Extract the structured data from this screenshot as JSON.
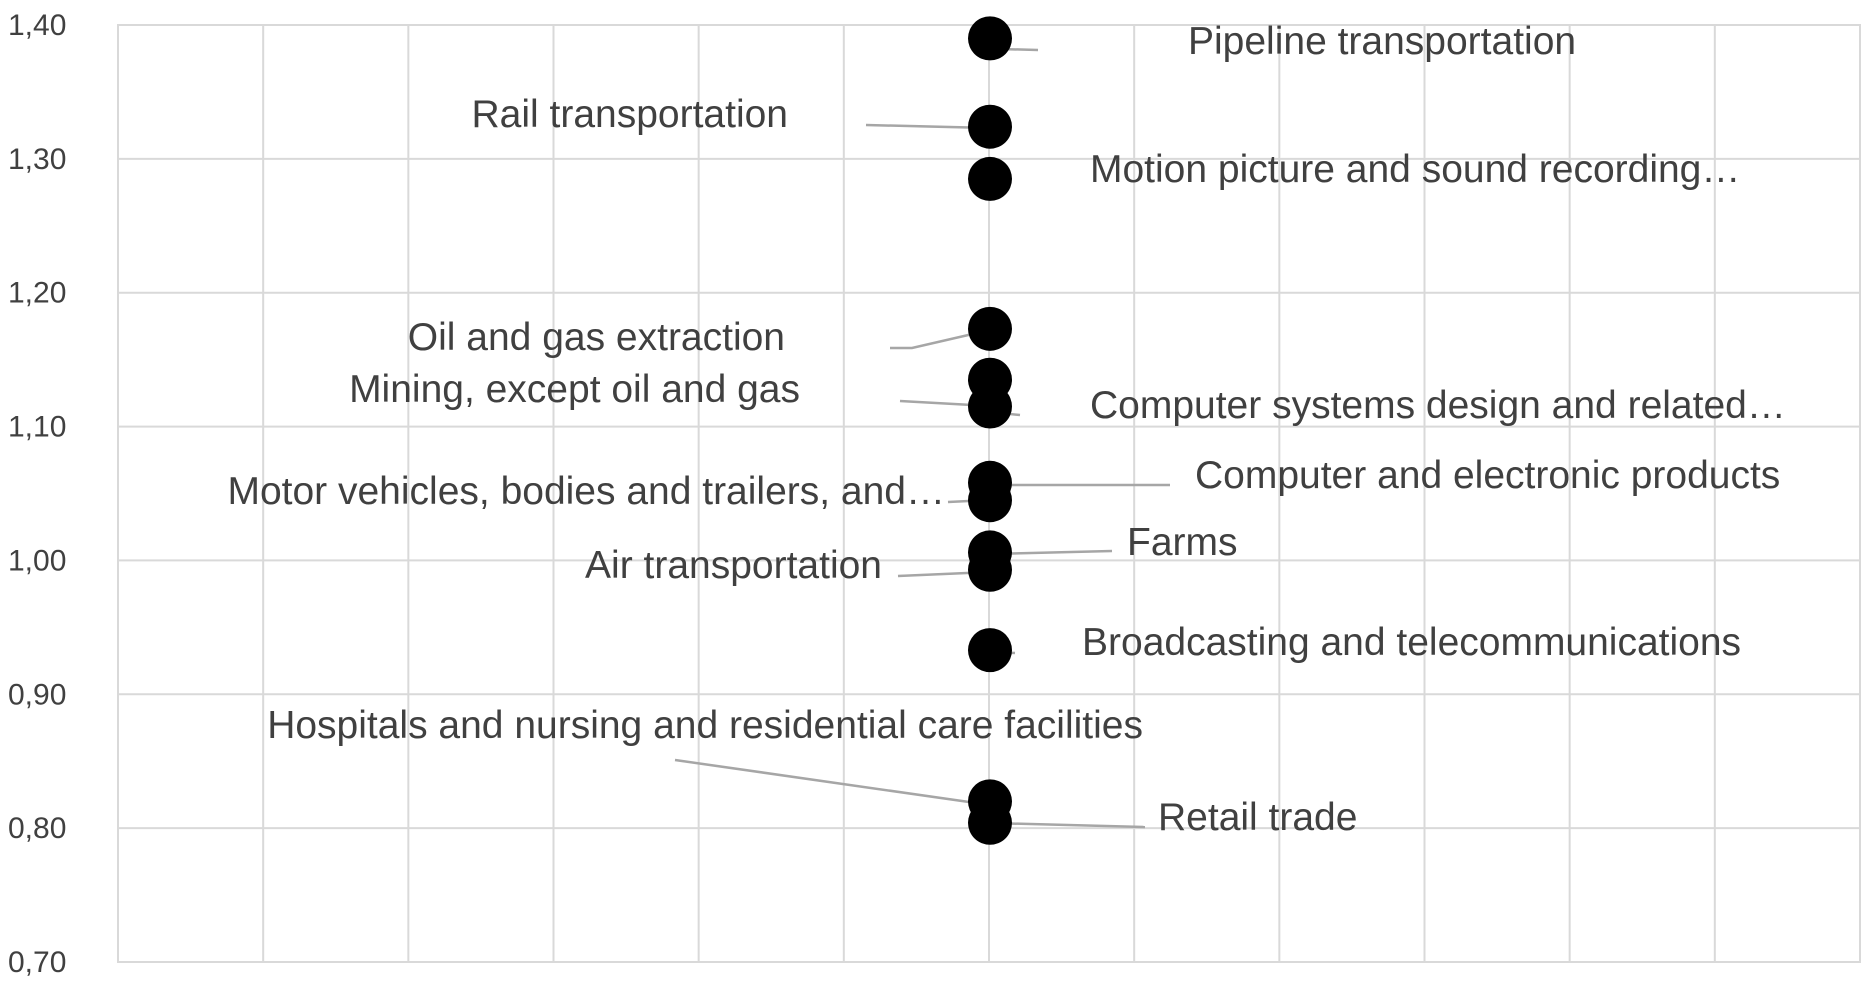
{
  "chart_data": {
    "type": "scatter",
    "title": "",
    "xlabel": "",
    "ylabel": "",
    "ylim": [
      0.7,
      1.4
    ],
    "y_ticks": [
      "0,70",
      "0,80",
      "0,90",
      "1,00",
      "1,10",
      "1,20",
      "1,30",
      "1,40"
    ],
    "grid": true,
    "marker_color": "#000000",
    "gridline_color": "#d9d9d9",
    "leader_color": "#a6a6a6",
    "text_color": "#404040",
    "points": [
      {
        "label": "Pipeline transportation",
        "y": 1.39
      },
      {
        "label": "Rail transportation",
        "y": 1.324
      },
      {
        "label": "Motion picture and sound recording…",
        "y": 1.285
      },
      {
        "label": "Oil and gas extraction",
        "y": 1.173
      },
      {
        "label": "Mining, except oil and gas",
        "y": 1.135
      },
      {
        "label": "Computer systems design and related…",
        "y": 1.115
      },
      {
        "label": "Computer and electronic products",
        "y": 1.058
      },
      {
        "label": "Motor vehicles, bodies and trailers, and…",
        "y": 1.045
      },
      {
        "label": "Farms",
        "y": 1.006
      },
      {
        "label": "Air transportation",
        "y": 0.993
      },
      {
        "label": "Broadcasting and telecommunications",
        "y": 0.933
      },
      {
        "label": "Hospitals and nursing and residential care facilities",
        "y": 0.82
      },
      {
        "label": "Retail trade",
        "y": 0.804
      }
    ]
  }
}
